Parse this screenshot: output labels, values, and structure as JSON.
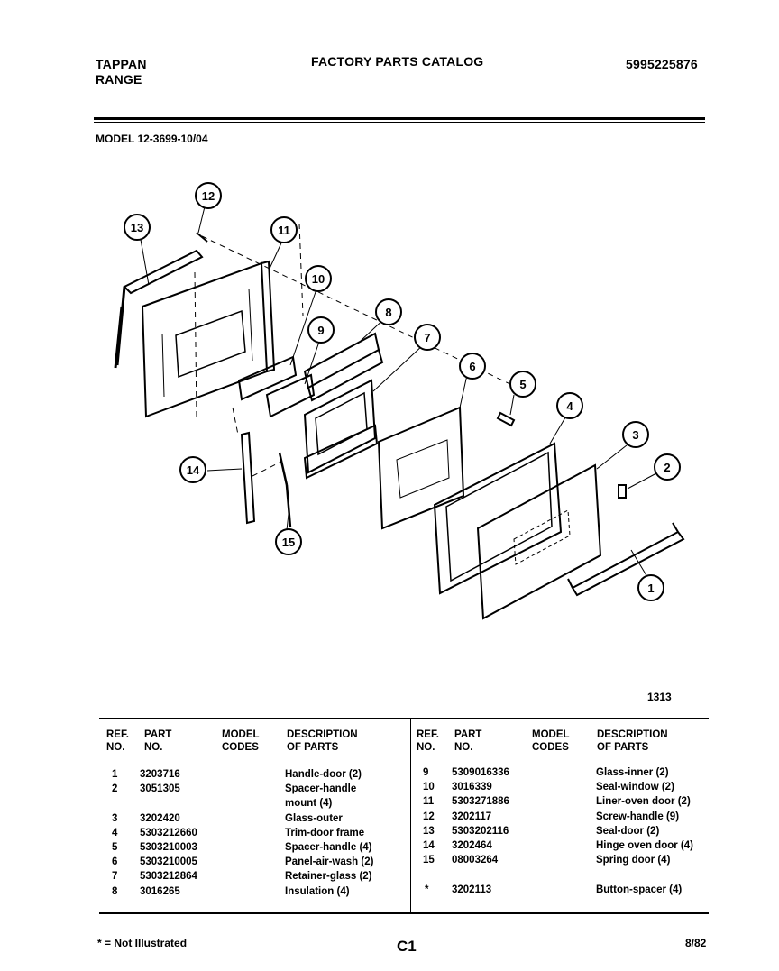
{
  "header": {
    "brand_line1": "TAPPAN",
    "brand_line2": "RANGE",
    "title": "FACTORY PARTS CATALOG",
    "catalog_number": "5995225876"
  },
  "model_label": "MODEL 12-3699-10/04",
  "diagram": {
    "code": "1313",
    "callouts": [
      "1",
      "2",
      "3",
      "4",
      "5",
      "6",
      "7",
      "8",
      "9",
      "10",
      "11",
      "12",
      "13",
      "14",
      "15"
    ]
  },
  "table": {
    "headers": {
      "ref": "REF.\nNO.",
      "part": "PART\nNO.",
      "model": "MODEL\nCODES",
      "desc": "DESCRIPTION\nOF PARTS"
    },
    "left_rows": [
      {
        "ref": "1",
        "part": "3203716",
        "desc": "Handle-door (2)"
      },
      {
        "ref": "2",
        "part": "3051305",
        "desc": "Spacer-handle"
      },
      {
        "ref": "",
        "part": "",
        "desc": "mount (4)"
      },
      {
        "ref": "3",
        "part": "3202420",
        "desc": "Glass-outer"
      },
      {
        "ref": "4",
        "part": "5303212660",
        "desc": "Trim-door frame"
      },
      {
        "ref": "5",
        "part": "5303210003",
        "desc": "Spacer-handle (4)"
      },
      {
        "ref": "6",
        "part": "5303210005",
        "desc": "Panel-air-wash (2)"
      },
      {
        "ref": "7",
        "part": "5303212864",
        "desc": "Retainer-glass (2)"
      },
      {
        "ref": "8",
        "part": "3016265",
        "desc": "Insulation (4)"
      }
    ],
    "right_rows": [
      {
        "ref": "9",
        "part": "5309016336",
        "desc": "Glass-inner (2)"
      },
      {
        "ref": "10",
        "part": "3016339",
        "desc": "Seal-window (2)"
      },
      {
        "ref": "11",
        "part": "5303271886",
        "desc": "Liner-oven door (2)"
      },
      {
        "ref": "12",
        "part": "3202117",
        "desc": "Screw-handle (9)"
      },
      {
        "ref": "13",
        "part": "5303202116",
        "desc": "Seal-door (2)"
      },
      {
        "ref": "14",
        "part": "3202464",
        "desc": "Hinge oven door (4)"
      },
      {
        "ref": "15",
        "part": "08003264",
        "desc": "Spring door (4)"
      },
      {
        "ref": "",
        "part": "",
        "desc": ""
      },
      {
        "ref": "*",
        "part": "3202113",
        "desc": "Button-spacer (4)"
      }
    ]
  },
  "footer": {
    "note": "* = Not Illustrated",
    "page": "C1",
    "date": "8/82"
  }
}
